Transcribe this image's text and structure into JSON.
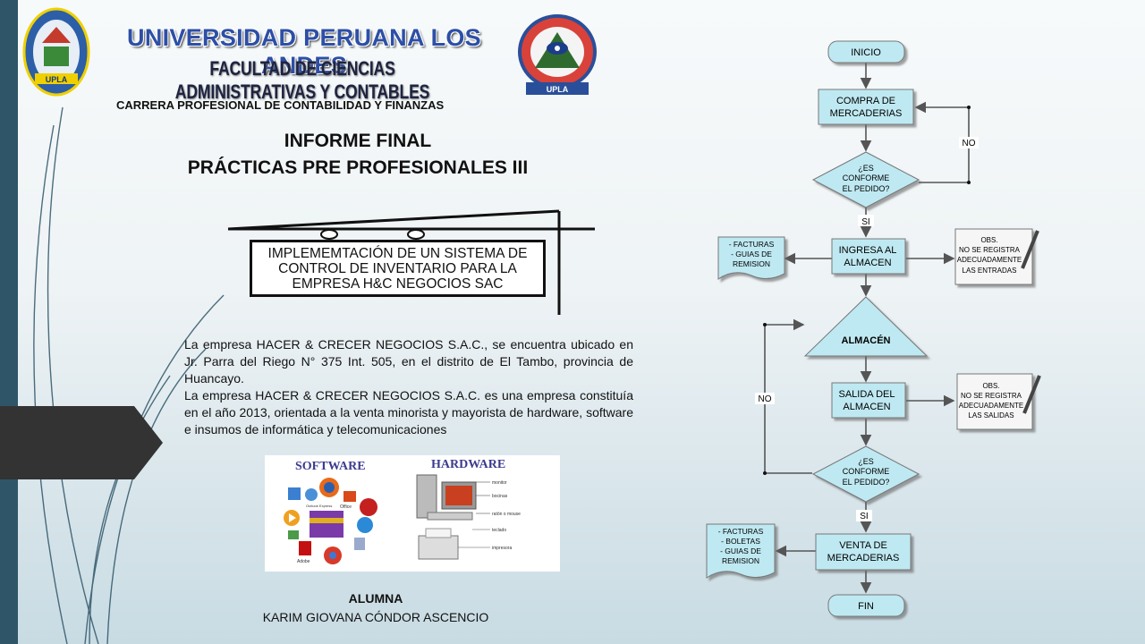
{
  "header": {
    "university": "UNIVERSIDAD PERUANA LOS ANDES",
    "faculty": "FACULTAD DE CIENCIAS ADMINISTRATIVAS Y CONTABLES",
    "career": "CARRERA PROFESIONAL DE CONTABILIDAD Y FINANZAS",
    "logo_left_text": "UPLA",
    "logo_right_text": "UPLA"
  },
  "report": {
    "title_line1": "INFORME FINAL",
    "title_line2": "PRÁCTICAS PRE PROFESIONALES III",
    "topic_line1": "IMPLEMEMTACIÓN DE UN SISTEMA DE",
    "topic_line2": "CONTROL DE INVENTARIO PARA LA",
    "topic_line3": "EMPRESA H&C NEGOCIOS SAC"
  },
  "description": {
    "paragraph1": "La empresa HACER & CRECER NEGOCIOS S.A.C., se encuentra ubicado en Jr. Parra del Riego N° 375 Int. 505, en el distrito de El Tambo, provincia de  Huancayo.",
    "paragraph2": "La empresa HACER & CRECER NEGOCIOS S.A.C. es una empresa constituía en el año 2013, orientada a la venta minorista y mayorista de hardware, software e insumos de informática y telecomunicaciones"
  },
  "image": {
    "software_label": "SOFTWARE",
    "hardware_label": "HARDWARE",
    "office_label": "Office",
    "outlook_label": "Outlook Express",
    "adobe_label": "Adobe",
    "hw_items": [
      "monitor",
      "bocinas",
      "ratón o mouse",
      "teclado",
      "impresora"
    ]
  },
  "student": {
    "role": "ALUMNA",
    "name": "KARIM GIOVANA CÓNDOR ASCENCIO"
  },
  "flowchart": {
    "start": "INICIO",
    "compra_1": "COMPRA DE",
    "compra_2": "MERCADERIAS",
    "q1_1": "¿ES",
    "q1_2": "CONFORME",
    "q1_3": "EL PEDIDO?",
    "no1": "NO",
    "si1": "SI",
    "docs1_1": "- FACTURAS",
    "docs1_2": "- GUIAS DE",
    "docs1_3": "REMISION",
    "ingresa_1": "INGRESA AL",
    "ingresa_2": "ALMACEN",
    "obs1_1": "OBS.",
    "obs1_2": "NO SE REGISTRA",
    "obs1_3": "ADECUADAMENTE",
    "obs1_4": "LAS ENTRADAS",
    "almacen": "ALMACÉN",
    "no2": "NO",
    "salida_1": "SALIDA DEL",
    "salida_2": "ALMACEN",
    "obs2_1": "OBS.",
    "obs2_2": "NO SE REGISTRA",
    "obs2_3": "ADECUADAMENTE",
    "obs2_4": "LAS SALIDAS",
    "q2_1": "¿ES",
    "q2_2": "CONFORME",
    "q2_3": "EL PEDIDO?",
    "si2": "SI",
    "docs2_1": "- FACTURAS",
    "docs2_2": "- BOLETAS",
    "docs2_3": "- GUIAS DE",
    "docs2_4": "REMISION",
    "venta_1": "VENTA DE",
    "venta_2": "MERCADERIAS",
    "end": "FIN"
  },
  "colors": {
    "sidebar": "#2f5568",
    "flow_fill": "#bfe9f2",
    "title_blue": "#2d4fa6"
  }
}
